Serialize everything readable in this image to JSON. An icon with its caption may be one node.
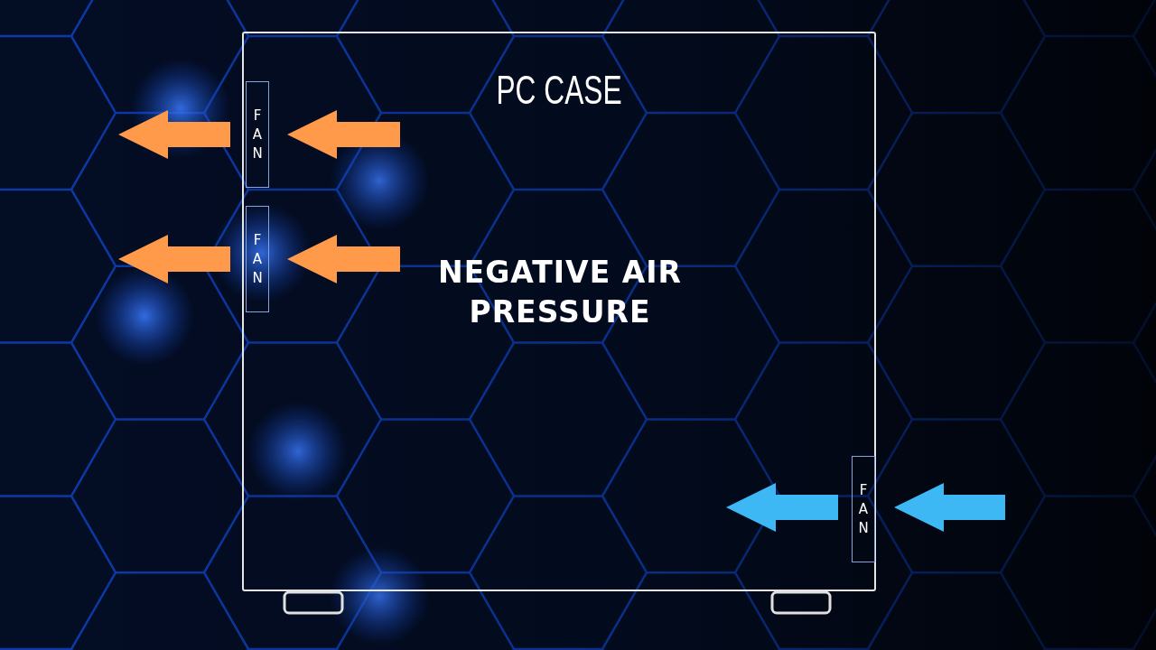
{
  "diagram": {
    "nodes": [
      {
        "text": [
          "PC CASE"
        ]
      },
      {
        "text": [
          "FAN"
        ],
        "in": 0
      },
      {
        "text": [
          "FAN"
        ],
        "in": 0
      },
      {
        "text": [
          "FAN"
        ],
        "in": 0
      }
    ],
    "labels": [
      "NEGATIVE AIR PRESSURE"
    ]
  }
}
